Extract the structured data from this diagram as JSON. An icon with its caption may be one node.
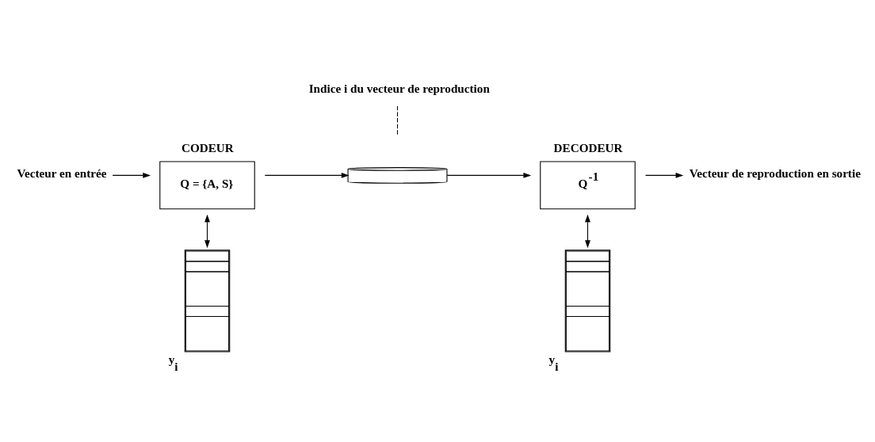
{
  "diagram": {
    "nodes": [
      {
        "text": [
          "Vecteur en entrée"
        ]
      },
      {
        "text": [
          "CODEUR",
          "Q = {A, S}"
        ]
      },
      {
        "text": [],
        "shape": "box",
        "beside": [
          "y$_{i}$"
        ]
      },
      {
        "text": [],
        "shape": "cylinder"
      },
      {
        "text": [
          "Indice i du vecteur de reproduction"
        ]
      },
      {
        "text": [
          "DECODEUR",
          "Q$^{-1}$"
        ]
      },
      {
        "text": [],
        "shape": "box",
        "beside": [
          "y$_{i}$"
        ]
      },
      {
        "text": [
          "Vecteur de reproduction en sortie"
        ]
      }
    ],
    "edges": [
      {
        "from": 0,
        "to": 1,
        "arrow": "to"
      },
      {
        "from": 1,
        "to": 3,
        "arrow": "to"
      },
      {
        "from": 3,
        "to": 5,
        "arrow": "to"
      },
      {
        "from": 5,
        "to": 7,
        "arrow": "to"
      },
      {
        "from": 1,
        "to": 2,
        "arrow": "both"
      },
      {
        "from": 5,
        "to": 6,
        "arrow": "both"
      },
      {
        "from": 4,
        "to": null,
        "arrow": "none",
        "style": "dashed"
      }
    ]
  }
}
